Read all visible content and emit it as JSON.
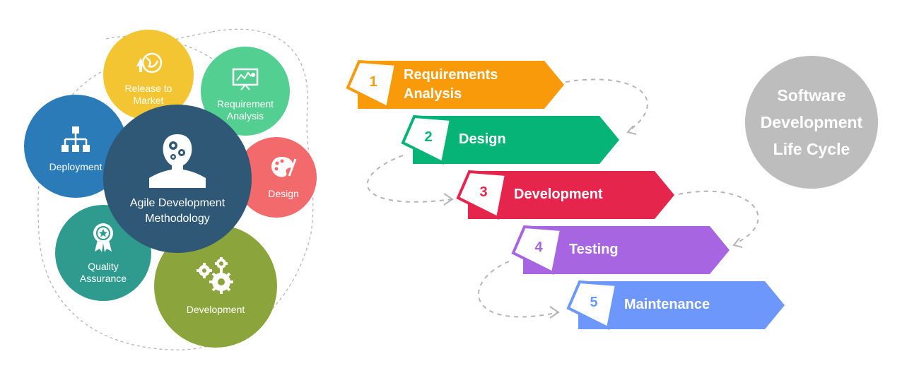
{
  "agile": {
    "center": {
      "label": "Agile Development Methodology",
      "color": "#2f5876"
    },
    "stages": [
      {
        "label": "Release to Market",
        "color": "#f3c532",
        "icon": "globe-icon"
      },
      {
        "label": "Requirement Analysis",
        "color": "#53cf91",
        "icon": "presentation-board-icon"
      },
      {
        "label": "Design",
        "color": "#f26a6c",
        "icon": "palette-icon"
      },
      {
        "label": "Development",
        "color": "#8ba43b",
        "icon": "gears-icon"
      },
      {
        "label": "Quality Assurance",
        "color": "#2e9b8e",
        "icon": "award-ribbon-icon"
      },
      {
        "label": "Deployment",
        "color": "#2a7bb8",
        "icon": "org-chart-icon"
      }
    ]
  },
  "sdlc": {
    "title": "Software Development Life Cycle",
    "steps": [
      {
        "number": "1",
        "label": "Requirements Analysis",
        "color": "#f99a0b"
      },
      {
        "number": "2",
        "label": "Design",
        "color": "#06b477"
      },
      {
        "number": "3",
        "label": "Development",
        "color": "#e5254b"
      },
      {
        "number": "4",
        "label": "Testing",
        "color": "#a765e2"
      },
      {
        "number": "5",
        "label": "Maintenance",
        "color": "#6e97fb"
      }
    ]
  }
}
